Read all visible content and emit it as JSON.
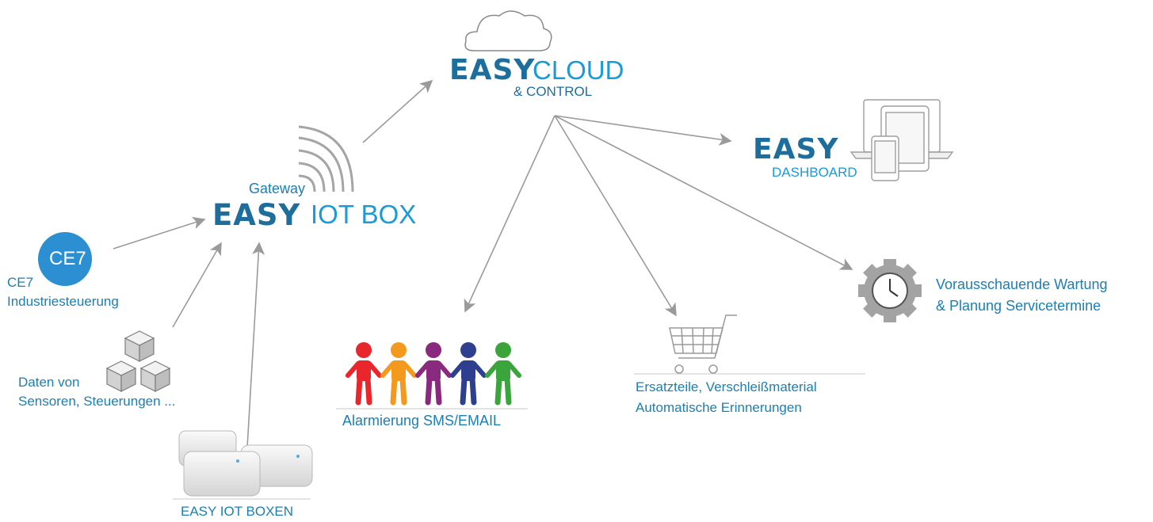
{
  "cloud": {
    "brand": "EASY",
    "product": "CLOUD",
    "sub": "& CONTROL"
  },
  "gateway": {
    "pre": "Gateway",
    "brand": "EASY",
    "product": "IOT BOX"
  },
  "dashboard": {
    "brand": "EASY",
    "product": "DASHBOARD"
  },
  "ce7": {
    "badge": "CE7",
    "line1": "CE7",
    "line2": "Industriesteuerung"
  },
  "sensors": {
    "line1": "Daten von",
    "line2": "Sensoren, Steuerungen ..."
  },
  "boxes": {
    "label": "EASY IOT BOXEN"
  },
  "alarm": {
    "label": "Alarmierung SMS/EMAIL",
    "people_colors": [
      "#e8262b",
      "#f39a1e",
      "#8a2a7e",
      "#2d3f8e",
      "#3aa53a"
    ]
  },
  "parts": {
    "line1": "Ersatzteile, Verschleißmaterial",
    "line2": "Automatische Erinnerungen"
  },
  "maintenance": {
    "line1": "Vorausschauende Wartung",
    "line2": "& Planung Servicetermine"
  },
  "colors": {
    "primary": "#1d6e9c",
    "accent": "#1a9ad6",
    "badge": "#2b8fd1",
    "arrow": "#9a9a9a"
  }
}
